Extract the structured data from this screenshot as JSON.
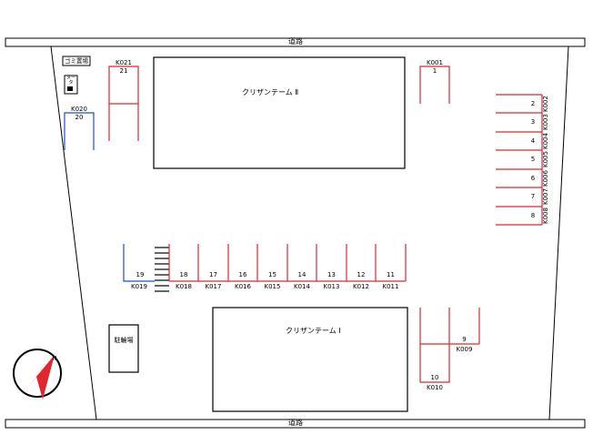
{
  "roads": {
    "top": "道路",
    "bottom": "道路"
  },
  "buildings": {
    "north": "クリザンテーム Ⅱ",
    "south": "クリザンテーム Ⅰ"
  },
  "facilities": {
    "garbage": "ゴミ置場",
    "bike": "駐輪場",
    "meter": "メータ"
  },
  "compass": {
    "letter": "N"
  },
  "colors": {
    "red": "#e0262e",
    "blue": "#1f4fc8",
    "black": "#000000"
  },
  "spaces": {
    "s1": {
      "code": "K001",
      "num": "1"
    },
    "s2": {
      "code": "K002",
      "num": "2"
    },
    "s3": {
      "code": "K003",
      "num": "3"
    },
    "s4": {
      "code": "K004",
      "num": "4"
    },
    "s5": {
      "code": "K005",
      "num": "5"
    },
    "s6": {
      "code": "K006",
      "num": "6"
    },
    "s7": {
      "code": "K007",
      "num": "7"
    },
    "s8": {
      "code": "K008",
      "num": "8"
    },
    "s9": {
      "code": "K009",
      "num": "9"
    },
    "s10": {
      "code": "K010",
      "num": "10"
    },
    "s11": {
      "code": "K011",
      "num": "11"
    },
    "s12": {
      "code": "K012",
      "num": "12"
    },
    "s13": {
      "code": "K013",
      "num": "13"
    },
    "s14": {
      "code": "K014",
      "num": "14"
    },
    "s15": {
      "code": "K015",
      "num": "15"
    },
    "s16": {
      "code": "K016",
      "num": "16"
    },
    "s17": {
      "code": "K017",
      "num": "17"
    },
    "s18": {
      "code": "K018",
      "num": "18"
    },
    "s19": {
      "code": "K019",
      "num": "19"
    },
    "s20": {
      "code": "K020",
      "num": "20"
    },
    "s21": {
      "code": "K021",
      "num": "21"
    }
  }
}
